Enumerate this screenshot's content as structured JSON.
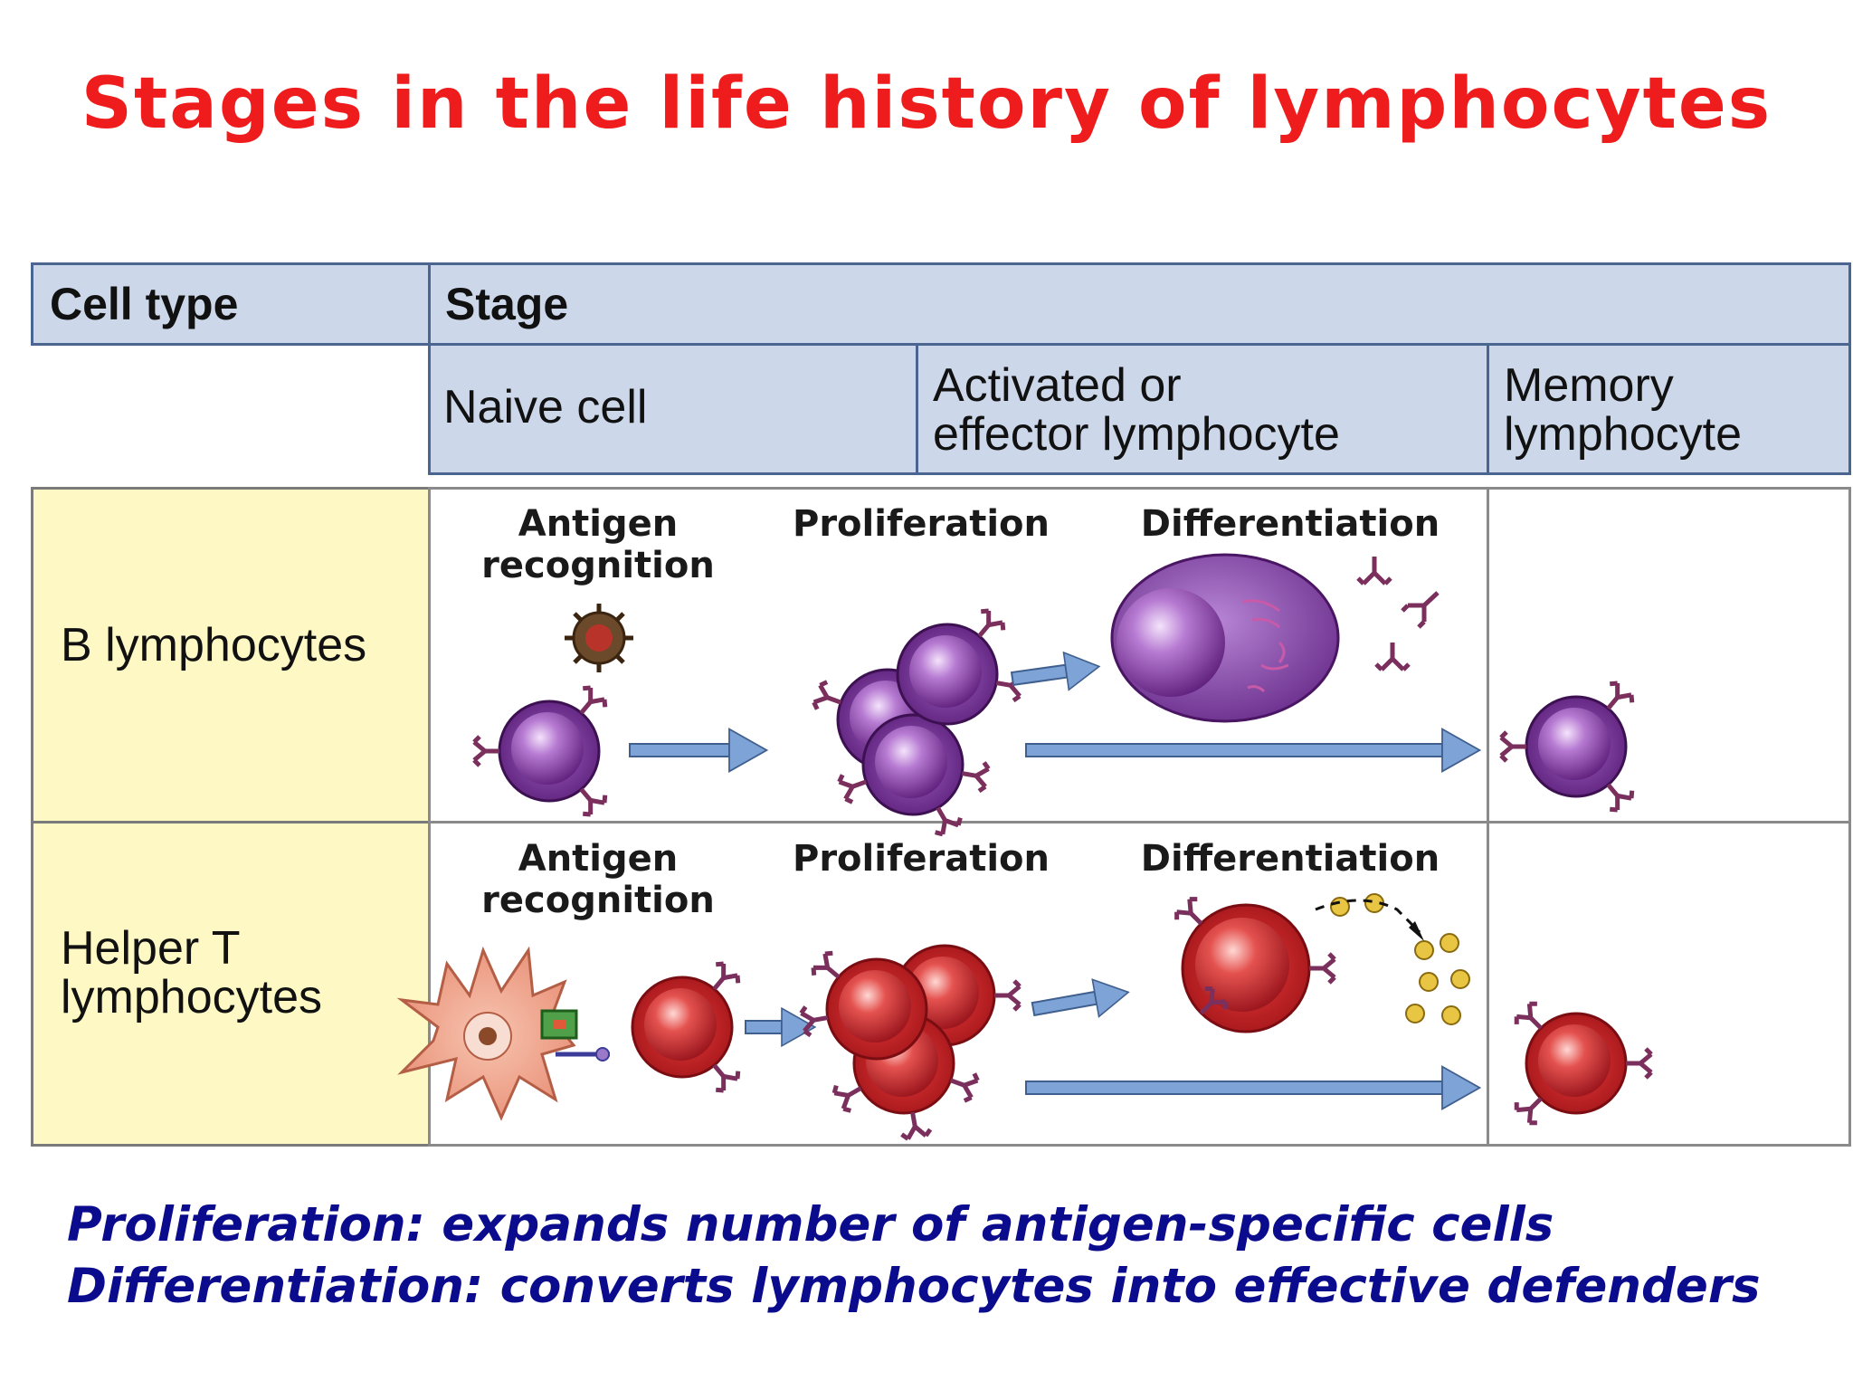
{
  "title": "Stages in the life history of lymphocytes",
  "table": {
    "header_cell_type": "Cell type",
    "header_stage": "Stage",
    "stage_naive": "Naive cell",
    "stage_activated_line1": "Activated or",
    "stage_activated_line2": "effector lymphocyte",
    "stage_memory_line1": "Memory",
    "stage_memory_line2": "lymphocyte"
  },
  "rows": {
    "b_label": "B lymphocytes",
    "t_label_line1": "Helper T",
    "t_label_line2": "lymphocytes"
  },
  "steps": {
    "antigen_line1": "Antigen",
    "antigen_line2": "recognition",
    "proliferation": "Proliferation",
    "differentiation": "Differentiation"
  },
  "footer": {
    "line1": "Proliferation: expands number of antigen-specific cells",
    "line2": "Differentiation: converts lymphocytes into effective defenders"
  },
  "colors": {
    "title": "#ee1c1c",
    "footer": "#0b0b8e",
    "header_fill": "#ccd8ea",
    "row_label_fill": "#fdf8c4",
    "b_cell": "#6f2a8e",
    "t_cell": "#cc1f24",
    "arrow": "#7ea3d6"
  },
  "icons": [
    "b-cell-icon",
    "t-cell-icon",
    "plasma-cell-icon",
    "antigen-icon",
    "antigen-presenting-cell-icon",
    "cytokine-icon",
    "arrow-icon"
  ]
}
